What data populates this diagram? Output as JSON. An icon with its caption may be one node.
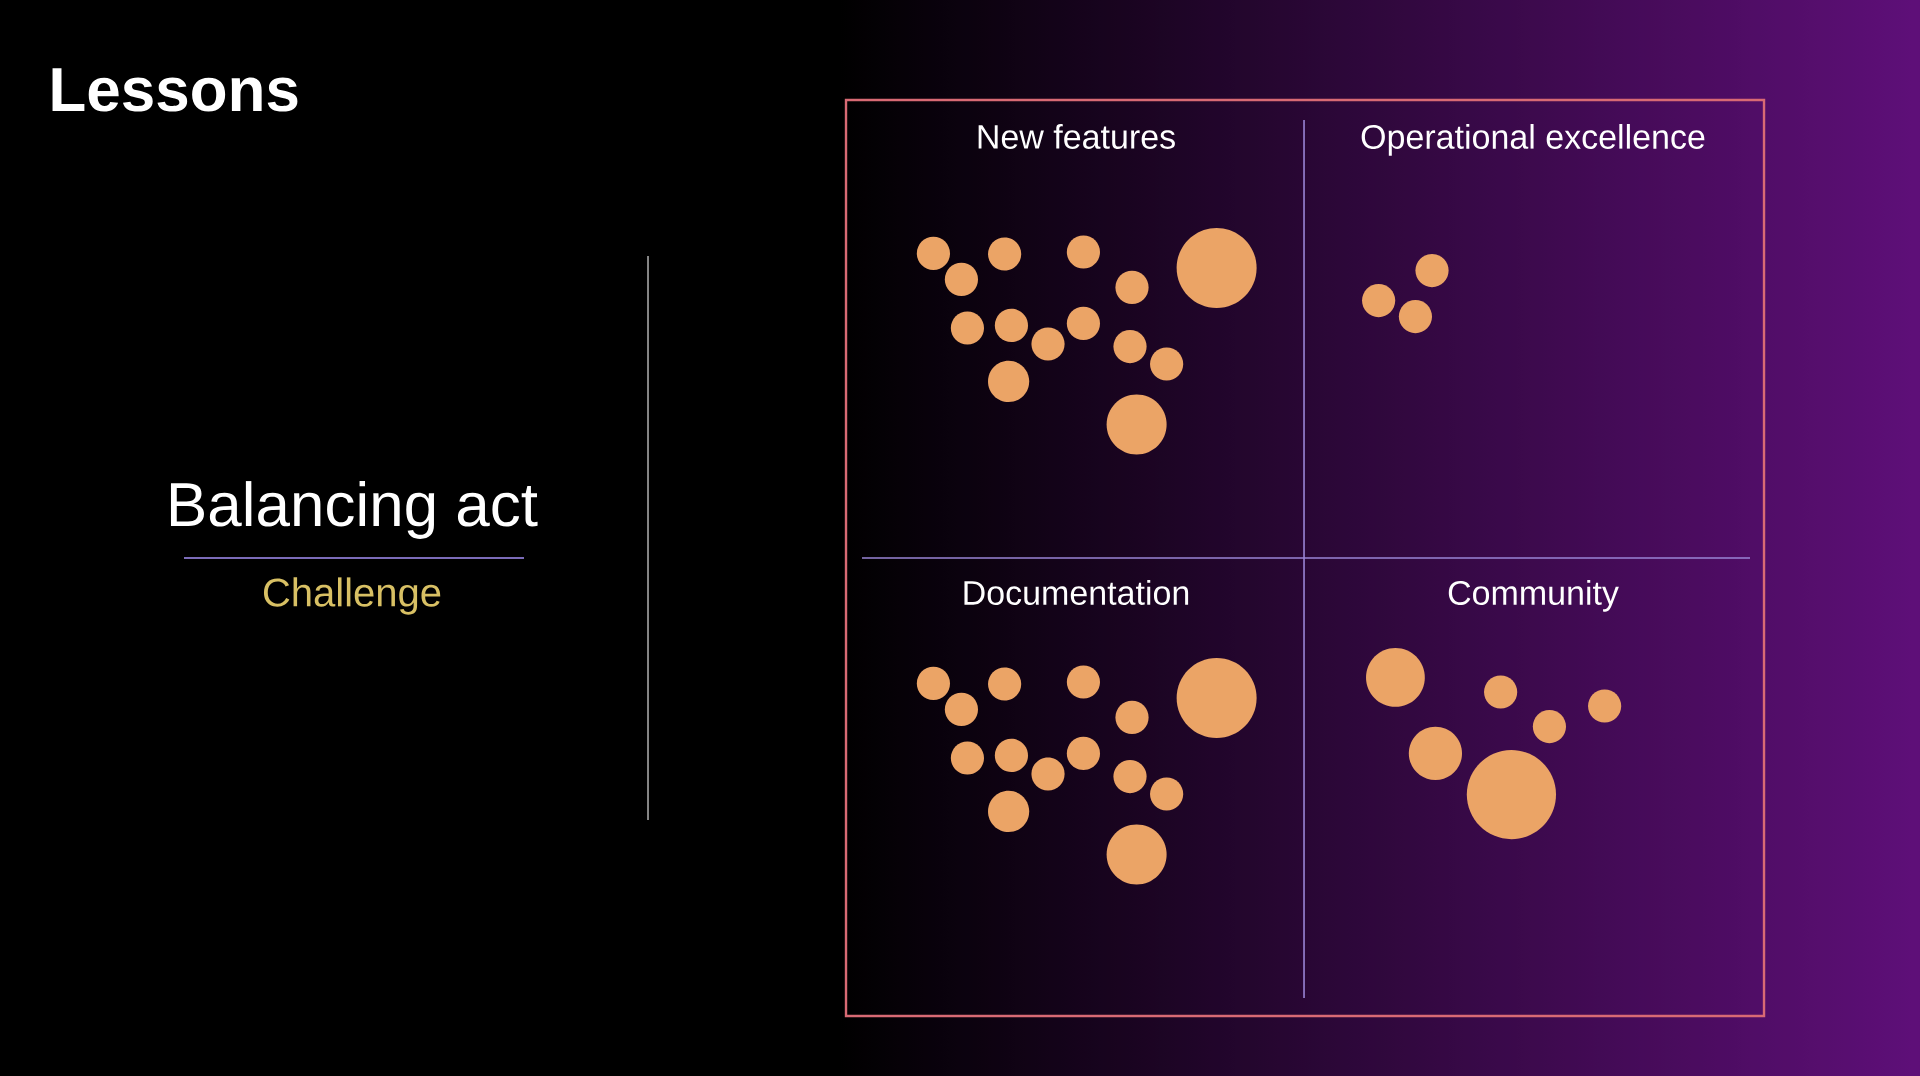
{
  "diagram": {
    "title": "Lessons",
    "nodes": [
      {
        "text": [],
        "shape": "box"
      },
      {
        "text": [
          "New features"
        ],
        "in": 0
      },
      {
        "text": [
          "Operational excellence"
        ],
        "in": 0
      },
      {
        "text": [
          "Documentation"
        ],
        "in": 0
      },
      {
        "text": [
          "Community"
        ],
        "in": 0
      }
    ],
    "labels": [
      "Balancing act",
      "Challenge"
    ]
  }
}
